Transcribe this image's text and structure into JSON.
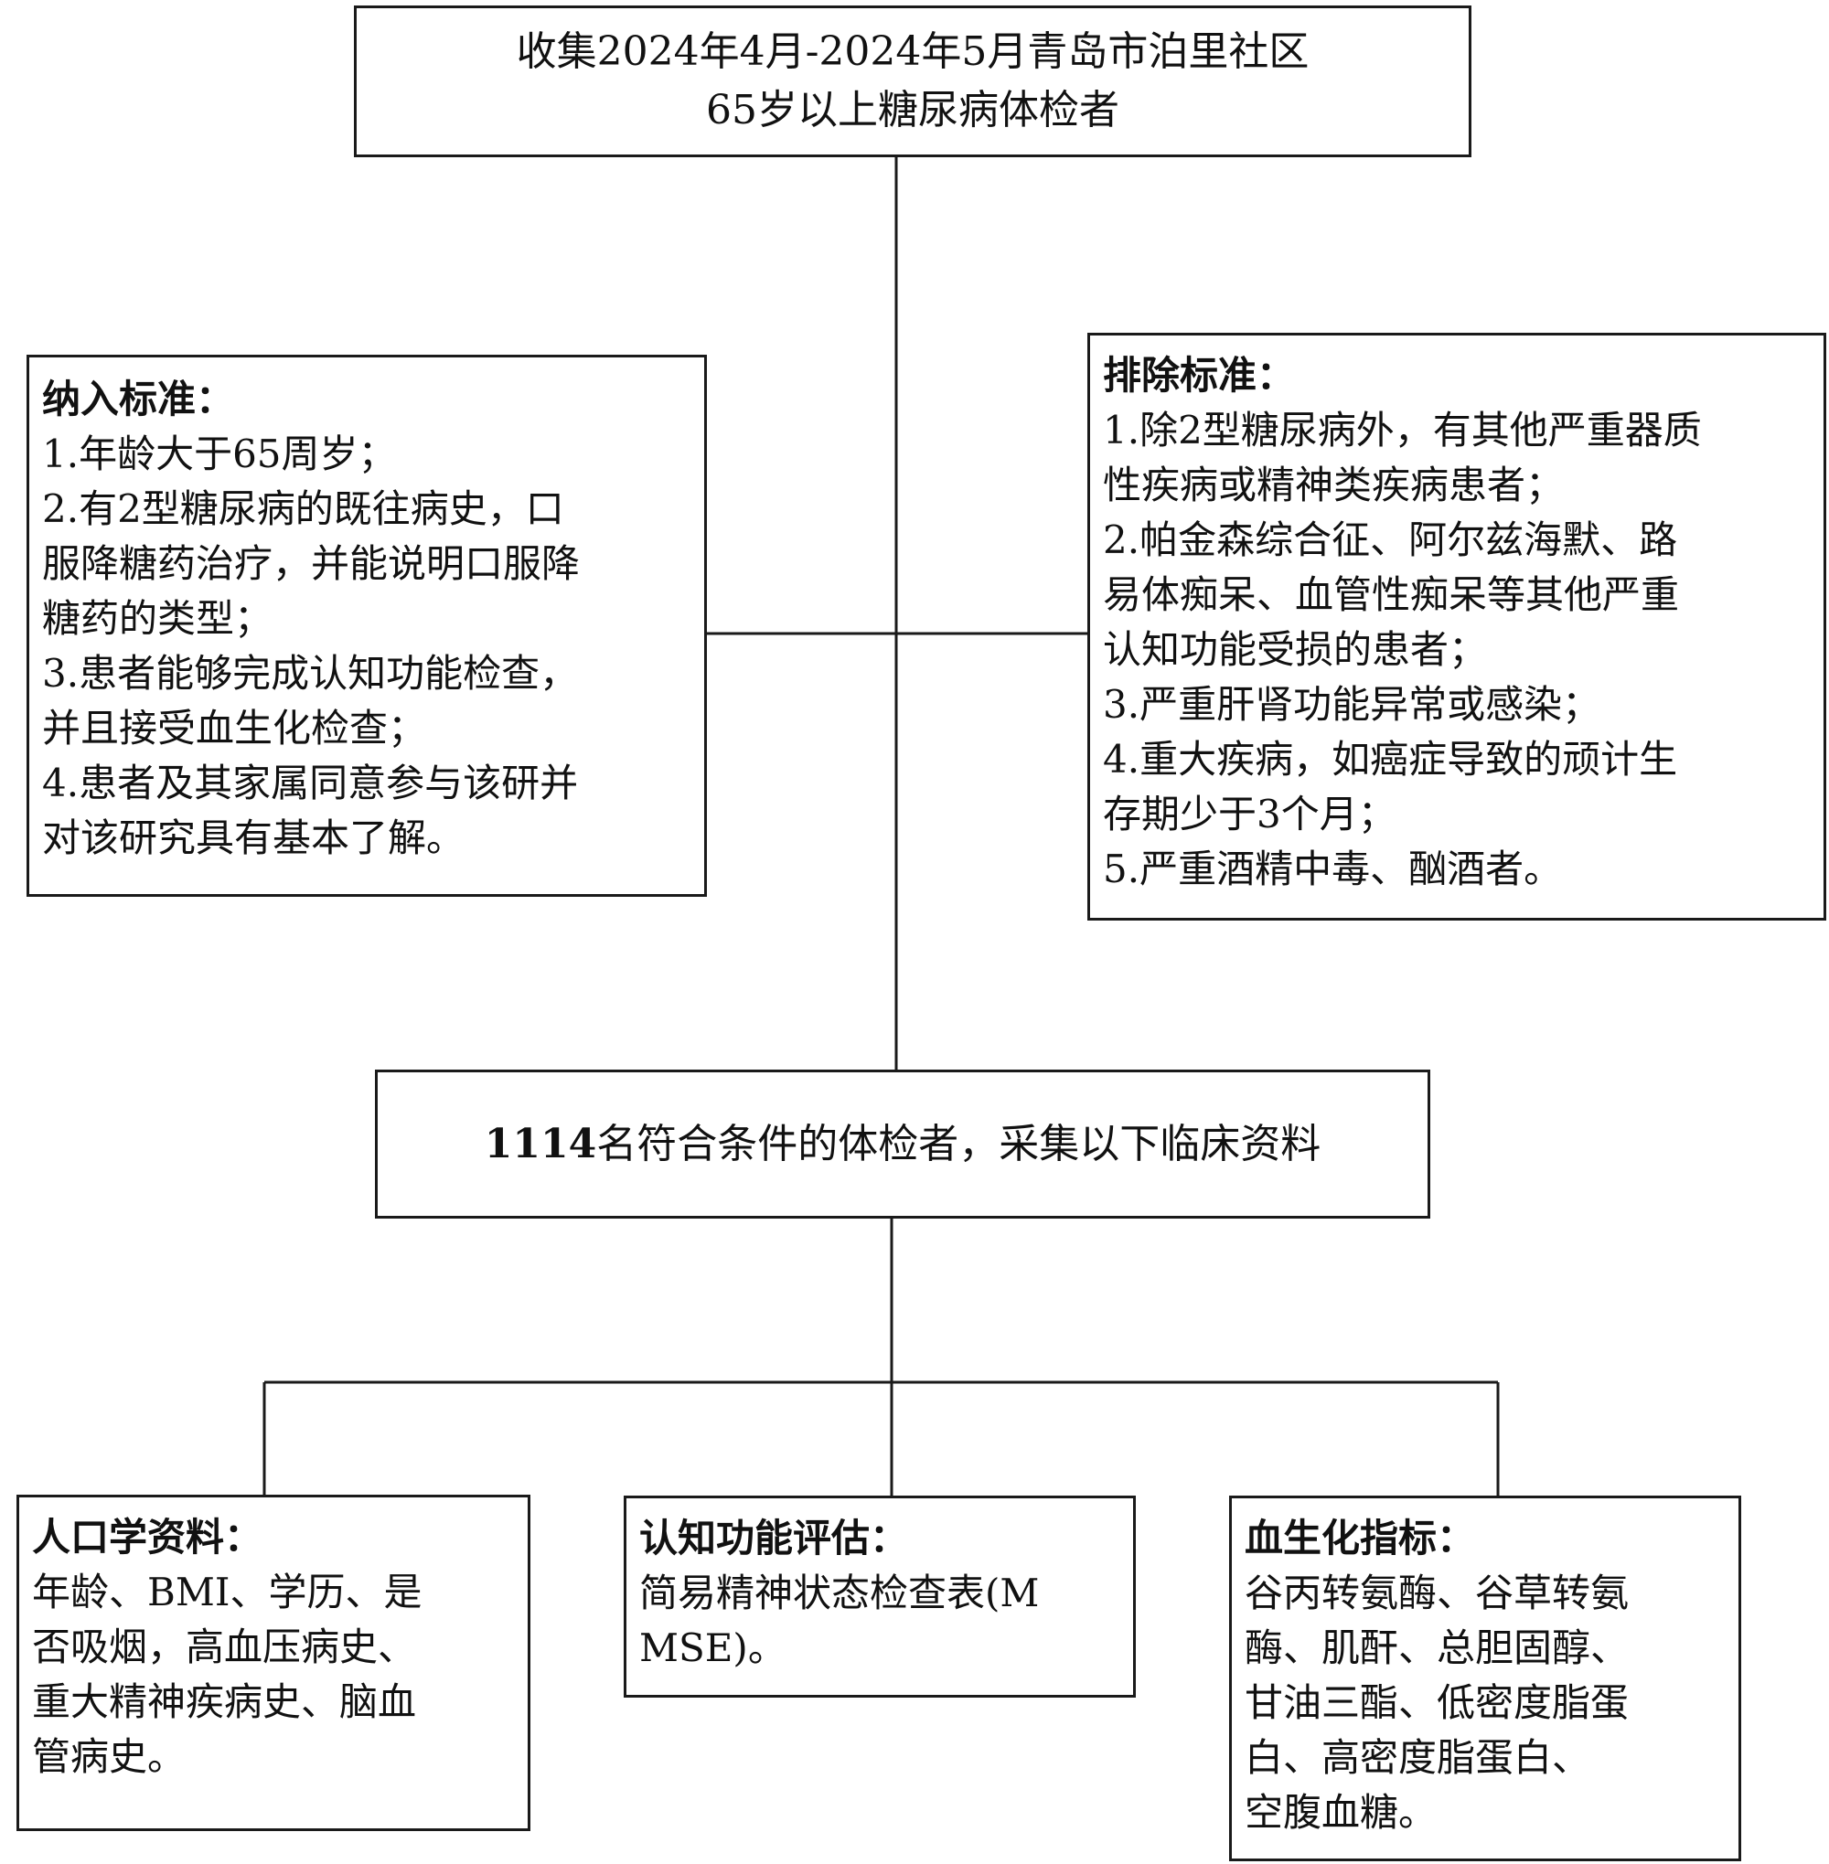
{
  "top": {
    "line1": "收集2024年4月-2024年5月青岛市泊里社区",
    "line2": "65岁以上糖尿病体检者"
  },
  "inclusion": {
    "title": "纳入标准：",
    "lines": [
      "1.年龄大于65周岁；",
      "2.有2型糖尿病的既往病史，口",
      "服降糖药治疗，并能说明口服降",
      "糖药的类型；",
      "3.患者能够完成认知功能检查，",
      "并且接受血生化检查；",
      "4.患者及其家属同意参与该研并",
      "对该研究具有基本了解。"
    ]
  },
  "exclusion": {
    "title": "排除标准：",
    "lines": [
      "1.除2型糖尿病外，有其他严重器质",
      "性疾病或精神类疾病患者；",
      "2.帕金森综合征、阿尔兹海默、路",
      "易体痴呆、血管性痴呆等其他严重",
      "认知功能受损的患者；",
      "3.严重肝肾功能异常或感染；",
      "4.重大疾病，如癌症导致的顽计生",
      "存期少于3个月；",
      "5.严重酒精中毒、酗酒者。"
    ]
  },
  "middle": {
    "count": "1114",
    "text": "名符合条件的体检者，采集以下临床资料"
  },
  "demographics": {
    "title": "人口学资料：",
    "lines": [
      "年龄、BMI、学历、是",
      "否吸烟，高血压病史、",
      "重大精神疾病史、脑血",
      "管病史。"
    ]
  },
  "cognitive": {
    "title": "认知功能评估：",
    "lines": [
      "简易精神状态检查表(M",
      "MSE)。"
    ]
  },
  "biochem": {
    "title": "血生化指标：",
    "lines": [
      "谷丙转氨酶、谷草转氨",
      "酶、肌酐、总胆固醇、",
      "甘油三酯、低密度脂蛋",
      "白、高密度脂蛋白、",
      "空腹血糖。"
    ]
  }
}
